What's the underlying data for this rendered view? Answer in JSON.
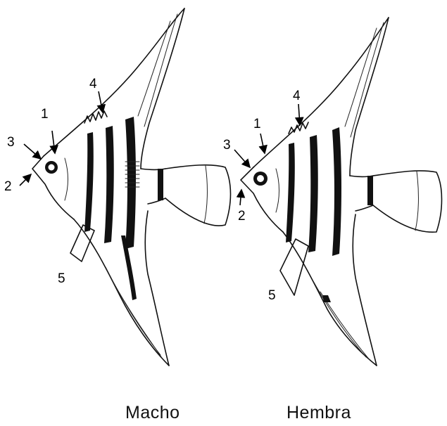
{
  "male": {
    "caption": "Macho",
    "labels": [
      "1",
      "2",
      "3",
      "4",
      "5"
    ]
  },
  "female": {
    "caption": "Hembra",
    "labels": [
      "1",
      "2",
      "3",
      "4",
      "5"
    ]
  },
  "colors": {
    "ink": "#111111",
    "background": "#ffffff"
  }
}
